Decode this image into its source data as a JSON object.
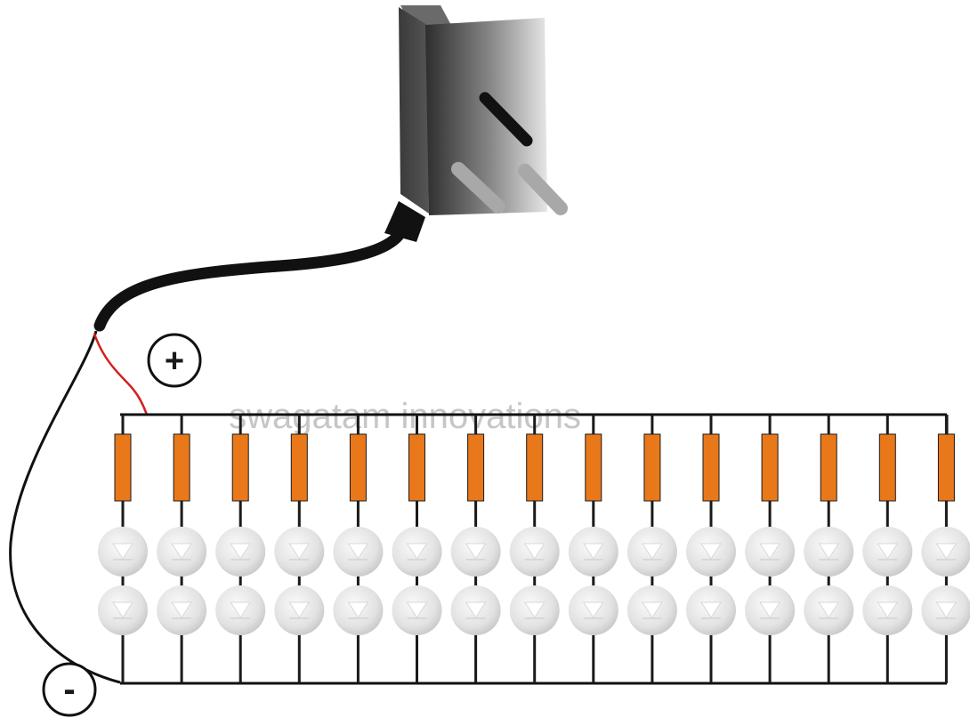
{
  "watermark": "swagatam innovations",
  "labels": {
    "positive": "+",
    "negative": "-"
  },
  "circuit": {
    "branch_count": 15,
    "leds_per_branch": 2,
    "resistors_per_branch": 1
  },
  "colors": {
    "wire": "#1a1a1a",
    "positive_lead": "#d42020",
    "resistor": "#e8781a",
    "led_body": "#e6e6e6",
    "adapter_body": "#5a5a5a",
    "background": "#ffffff"
  },
  "icons": {
    "adapter": "ac-dc-adapter-icon",
    "resistor": "resistor-icon",
    "led": "led-icon"
  }
}
